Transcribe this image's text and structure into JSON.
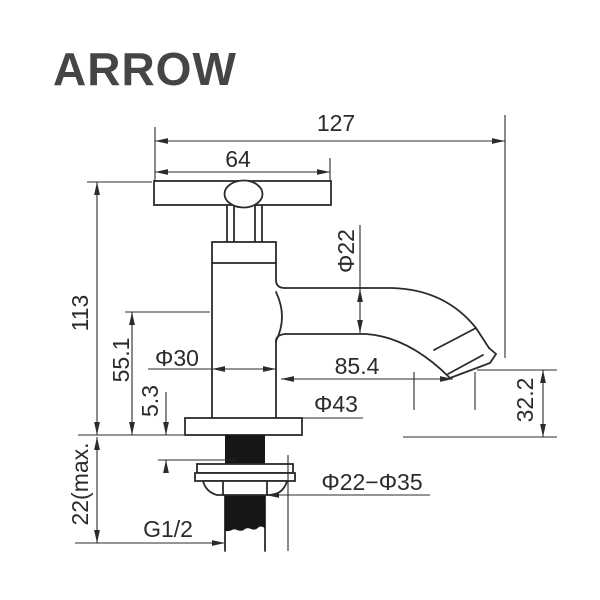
{
  "brand": {
    "name": "ARROW",
    "color": "#454545"
  },
  "drawing": {
    "type": "technical-dimension-drawing",
    "subject": "single-handle pillar basin tap, side elevation",
    "line_color": "#2b2b2b",
    "background": "#ffffff",
    "labels": {
      "overall_width": "127",
      "handle_width": "64",
      "total_height": "113",
      "spout_center_height": "55.1",
      "flange_offset": "5.3",
      "max_deck_thickness": "22(max.",
      "spout_tube_diameter": "Φ22",
      "body_diameter": "Φ30",
      "spout_reach": "85.4",
      "base_diameter": "Φ43",
      "outlet_height": "32.2",
      "mounting_hole_range": "Φ22−Φ35",
      "inlet_thread": "G1/2"
    }
  }
}
